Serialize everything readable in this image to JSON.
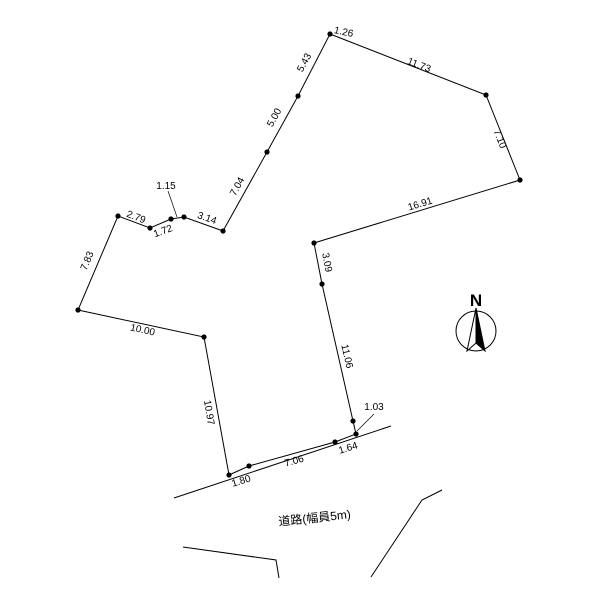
{
  "diagram": {
    "dimensions": [
      "1.26",
      "11.73",
      "7.10",
      "16.91",
      "3.09",
      "11.06",
      "1.03",
      "1.64",
      "7.06",
      "1.80",
      "10.97",
      "10.00",
      "7.83",
      "2.79",
      "1.72",
      "1.15",
      "3.14",
      "7.04",
      "5.00",
      "5.43"
    ],
    "road_label": "道路(幅員5m)",
    "north_label": "N"
  }
}
